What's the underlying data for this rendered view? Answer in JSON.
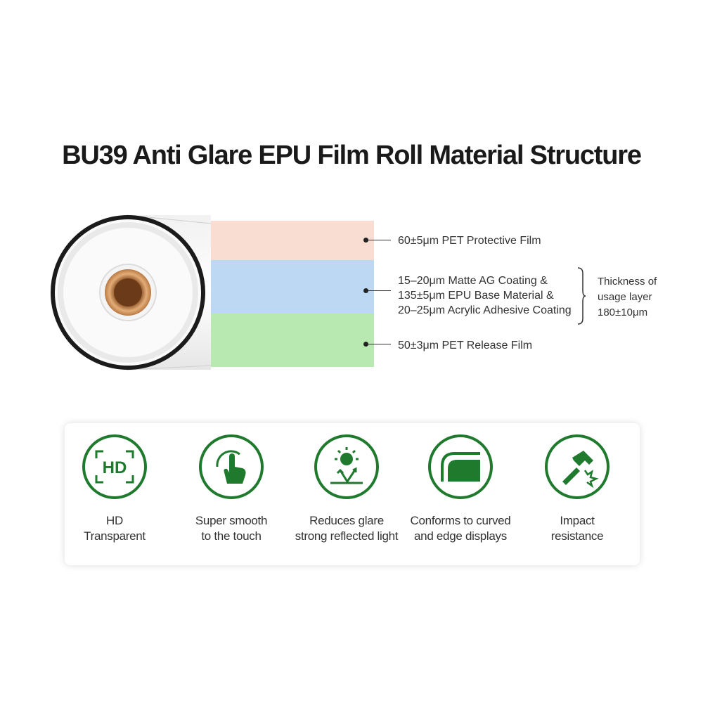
{
  "title": "BU39 Anti Glare EPU Film Roll Material Structure",
  "layers": [
    {
      "label": "60±5μm PET Protective Film",
      "color": "#f9dcd2"
    },
    {
      "label_lines": [
        "15–20μm Matte AG Coating &",
        "135±5μm EPU Base Material &",
        "20–25μm Acrylic Adhesive Coating"
      ],
      "color": "#bcd8f2"
    },
    {
      "label": "50±3μm PET Release Film",
      "color": "#b8e9b0"
    }
  ],
  "thickness": {
    "lines": [
      "Thickness of",
      "usage layer",
      "180±10μm"
    ]
  },
  "features": [
    {
      "icon": "hd-icon",
      "lines": [
        "HD",
        "Transparent"
      ]
    },
    {
      "icon": "touch-hand-icon",
      "lines": [
        "Super smooth",
        "to the touch"
      ]
    },
    {
      "icon": "sun-glare-icon",
      "lines": [
        "Reduces glare",
        "strong reflected light"
      ]
    },
    {
      "icon": "curved-edge-icon",
      "lines": [
        "Conforms to curved",
        "and edge displays"
      ]
    },
    {
      "icon": "hammer-impact-icon",
      "lines": [
        "Impact",
        "resistance"
      ]
    }
  ],
  "colors": {
    "accent_green": "#1f7a2e",
    "core_copper": "#c98a56"
  }
}
